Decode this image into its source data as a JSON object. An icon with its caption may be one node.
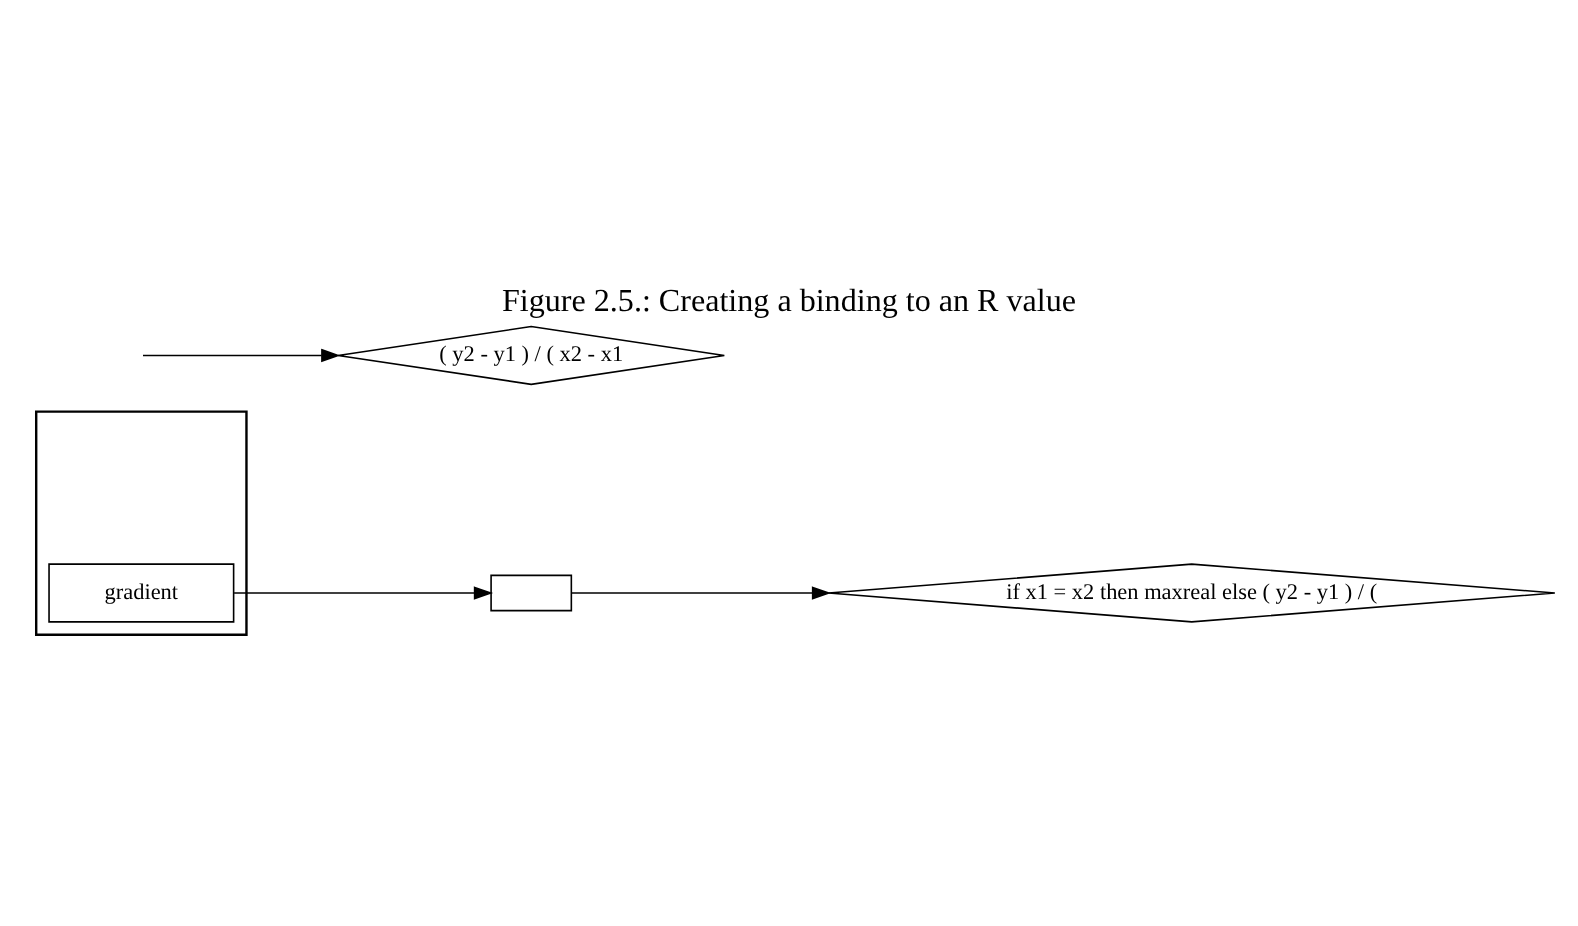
{
  "diagram": {
    "title": "Figure 2.5.: Creating a binding to an R value",
    "nodes": [
      {
        "text": [],
        "shape": "box"
      },
      {
        "text": [
          "gradient"
        ],
        "in": 0
      },
      {
        "text": [],
        "shape": "box"
      },
      {
        "text": [
          "if x1 = x2 then maxreal else ( y2 - y1 ) / ("
        ]
      },
      {
        "text": [
          "( y2 - y1 ) / ( x2 - x1"
        ]
      }
    ],
    "edges": [
      {
        "from": 1,
        "to": 2,
        "arrow": "to"
      },
      {
        "from": 2,
        "to": 3,
        "arrow": "to"
      },
      {
        "from": null,
        "to": 4,
        "arrow": "to"
      }
    ]
  }
}
